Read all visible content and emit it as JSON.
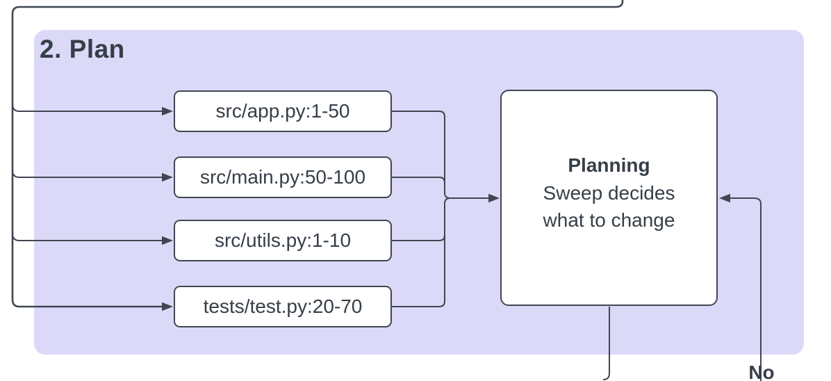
{
  "diagram": {
    "section": {
      "title": "2. Plan"
    },
    "file_nodes": [
      {
        "label": "src/app.py:1-50"
      },
      {
        "label": "src/main.py:50-100"
      },
      {
        "label": "src/utils.py:1-10"
      },
      {
        "label": "tests/test.py:20-70"
      }
    ],
    "planning_node": {
      "title": "Planning",
      "line1": "Sweep decides",
      "line2": "what to change"
    },
    "edge_labels": {
      "no": "No"
    },
    "colors": {
      "section_fill": "#dcd9f8",
      "node_fill": "#ffffff",
      "stroke": "#3f4650",
      "text": "#363e47"
    }
  }
}
